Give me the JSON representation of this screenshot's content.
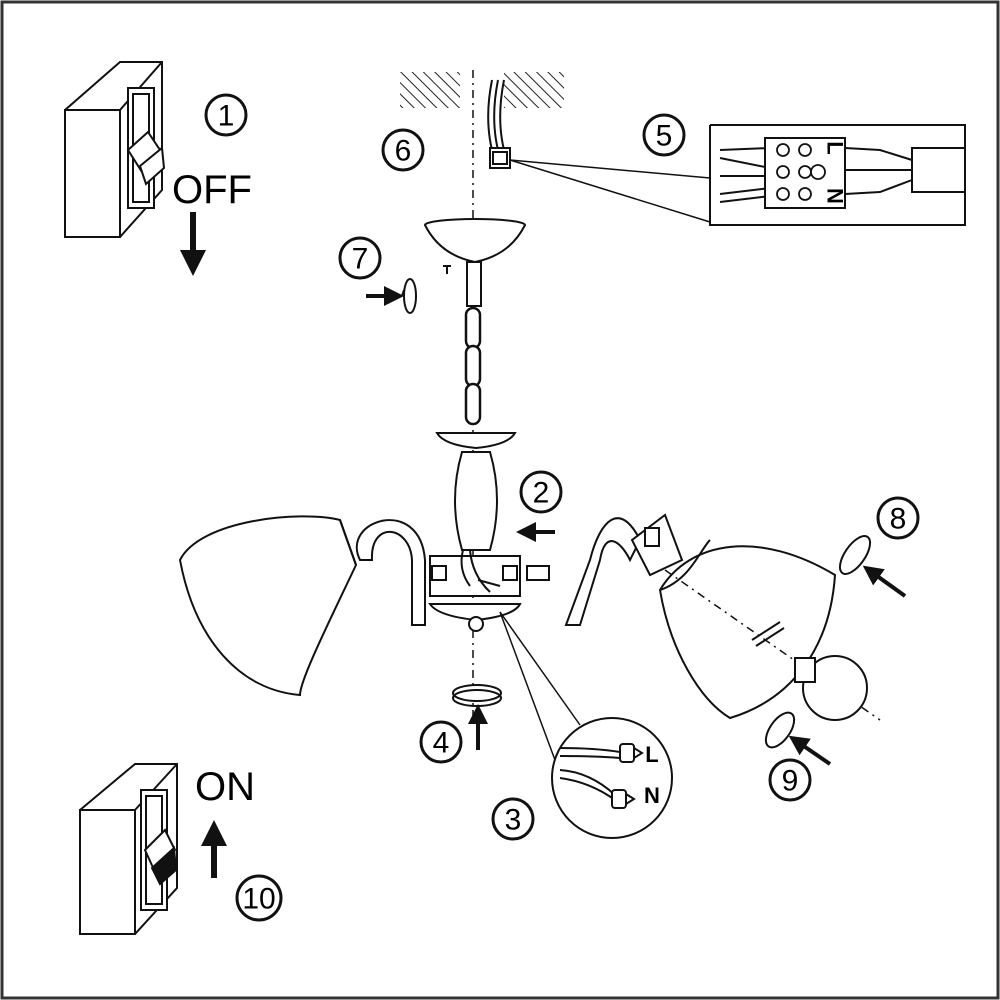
{
  "steps": {
    "s1": "1",
    "s2": "2",
    "s3": "3",
    "s4": "4",
    "s5": "5",
    "s6": "6",
    "s7": "7",
    "s8": "8",
    "s9": "9",
    "s10": "10"
  },
  "switch_off_label": "OFF",
  "switch_on_label": "ON",
  "terminal_labels": {
    "live": "L",
    "neutral": "N"
  },
  "wire_labels": {
    "live": "L",
    "neutral": "N"
  },
  "colors": {
    "line": "#111111",
    "bulb": "#ffffff",
    "hatch": "#222222"
  }
}
